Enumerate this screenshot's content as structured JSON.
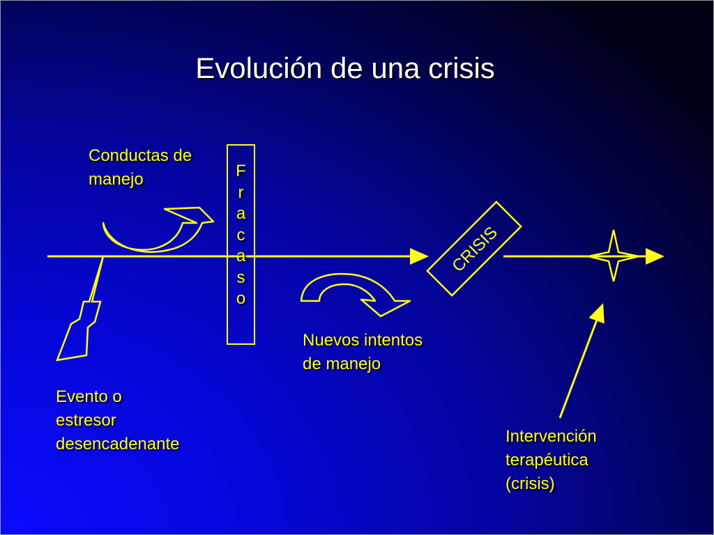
{
  "title": "Evolución de una crisis",
  "labels": {
    "conductas": [
      "Conductas de",
      "manejo"
    ],
    "fracaso": [
      "F",
      "r",
      "a",
      "c",
      "a",
      "s",
      "o"
    ],
    "crisis": "CRISIS",
    "nuevos": [
      "Nuevos intentos",
      "de manejo"
    ],
    "evento": [
      "Evento o",
      "estresor",
      "desencadenante"
    ],
    "intervencion": [
      "Intervención",
      "terapéutica",
      "(crisis)"
    ]
  },
  "colors": {
    "accent": "#ffff1a",
    "title": "#ffffff",
    "bg_bright": "#0a0aff",
    "bg_dark": "#000014"
  },
  "icons": [
    "u-turn-arrow-up-icon",
    "u-turn-arrow-down-icon",
    "lightning-bolt-icon",
    "four-point-star-icon",
    "arrow-icon"
  ]
}
